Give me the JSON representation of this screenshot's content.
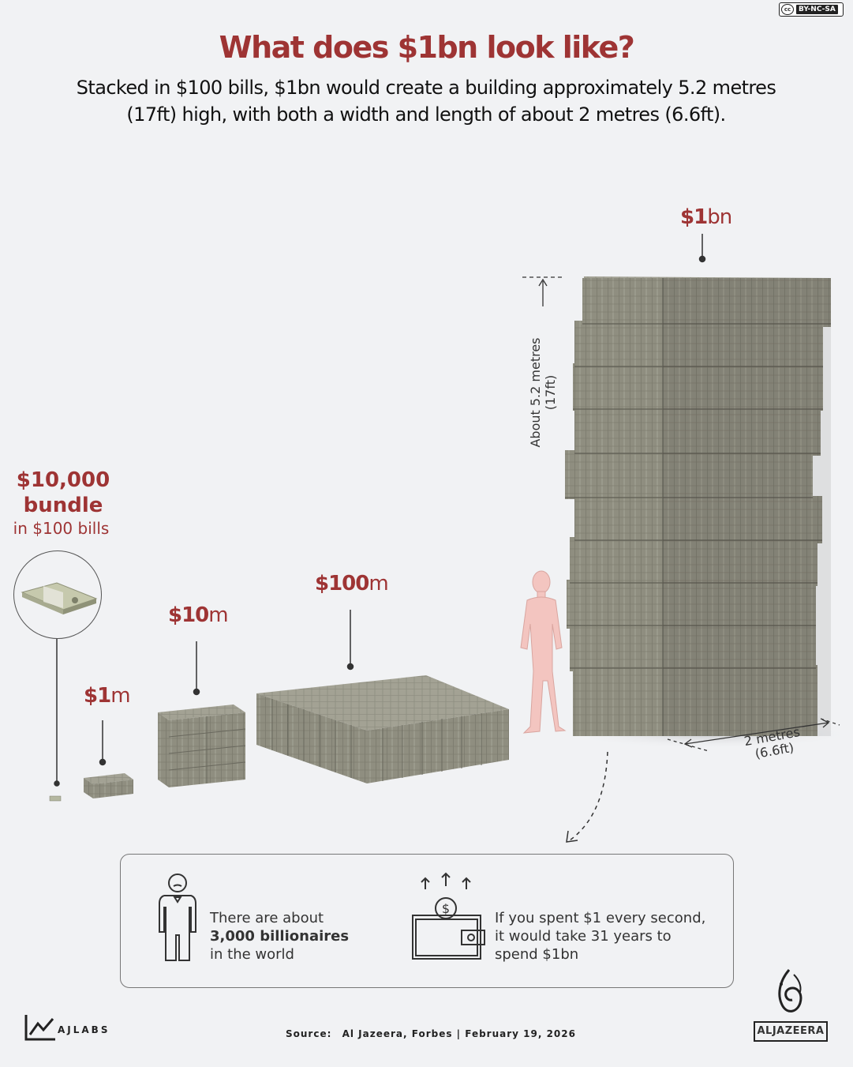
{
  "license": {
    "cc": "cc",
    "text": "BY-NC-SA"
  },
  "header": {
    "title": "What does $1bn look like?",
    "subtitle_line1": "Stacked in $100 bills, $1bn would create a building approximately 5.2 metres",
    "subtitle_line2": "(17ft) high, with both a width and length of about 2 metres (6.6ft)."
  },
  "bundle": {
    "amount": "$10,000",
    "word": "bundle",
    "sub": "in $100 bills"
  },
  "stacks": {
    "m1": {
      "amount": "$1",
      "unit": "m"
    },
    "m10": {
      "amount": "$10",
      "unit": "m"
    },
    "m100": {
      "amount": "$100",
      "unit": "m"
    },
    "bn1": {
      "amount": "$1",
      "unit": "bn"
    }
  },
  "dimensions": {
    "height": "About 5.2 metres (17ft)",
    "width_line1": "2 metres",
    "width_line2": "(6.6ft)"
  },
  "facts": {
    "billionaires": {
      "line1": "There are about",
      "line2": "3,000 billionaires",
      "line3": "in the world"
    },
    "spending": {
      "line1": "If you spent $1 every second,",
      "line2": "it would take 31 years to",
      "line3": "spend $1bn"
    }
  },
  "footer": {
    "brand": "AJLABS",
    "source_label": "Source:",
    "source_text": "Al Jazeera, Forbes | February 19, 2026",
    "logo": "ALJAZEERA"
  },
  "colors": {
    "accent": "#9e3434",
    "money": "#8e8d7e",
    "figure": "#f3c5c0"
  }
}
